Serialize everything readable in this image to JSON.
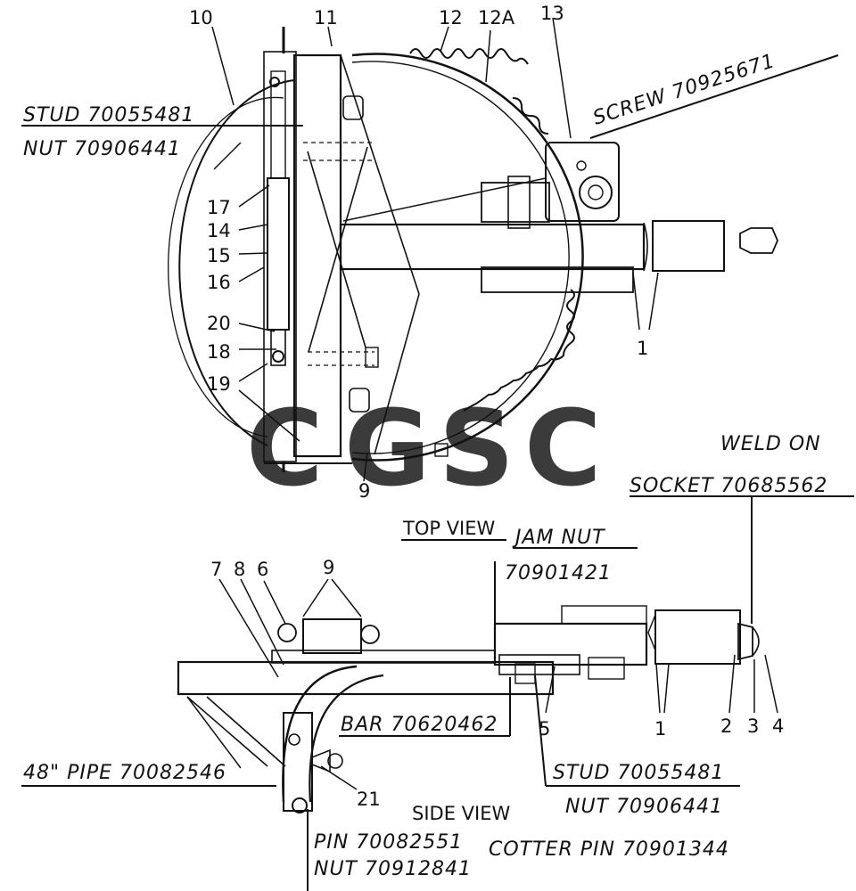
{
  "drawing": {
    "views": {
      "top": "TOP VIEW",
      "side": "SIDE VIEW"
    },
    "callouts": {
      "c10": "10",
      "c11": "11",
      "c12": "12",
      "c12a": "12A",
      "c13": "13",
      "c17": "17",
      "c14": "14",
      "c15": "15",
      "c16": "16",
      "c20": "20",
      "c18": "18",
      "c19": "19",
      "c1_top": "1",
      "c9_top": "9",
      "c7": "7",
      "c8": "8",
      "c6": "6",
      "c9_side": "9",
      "c5": "5",
      "c1_side": "1",
      "c2": "2",
      "c3": "3",
      "c4": "4",
      "c21": "21"
    },
    "parts": {
      "stud_top": "STUD 70055481",
      "nut_top": "NUT 70906441",
      "screw": "SCREW 70925671",
      "weld_on": "WELD ON",
      "socket": "SOCKET 70685562",
      "jam_nut": "JAM NUT",
      "jam_nut_no": "70901421",
      "bar": "BAR 70620462",
      "pipe": "48\" PIPE 70082546",
      "stud_side": "STUD 70055481",
      "nut_side": "NUT 70906441",
      "pin": "PIN 70082551",
      "nut_pin": "NUT 70912841",
      "cotter_pin": "COTTER PIN 70901344"
    },
    "watermark": {
      "letters": [
        "C",
        "G",
        "S",
        "C"
      ],
      "colors": [
        "#4f8ff5",
        "#ef6b63",
        "#f6cc3c",
        "#4fb386"
      ]
    }
  }
}
